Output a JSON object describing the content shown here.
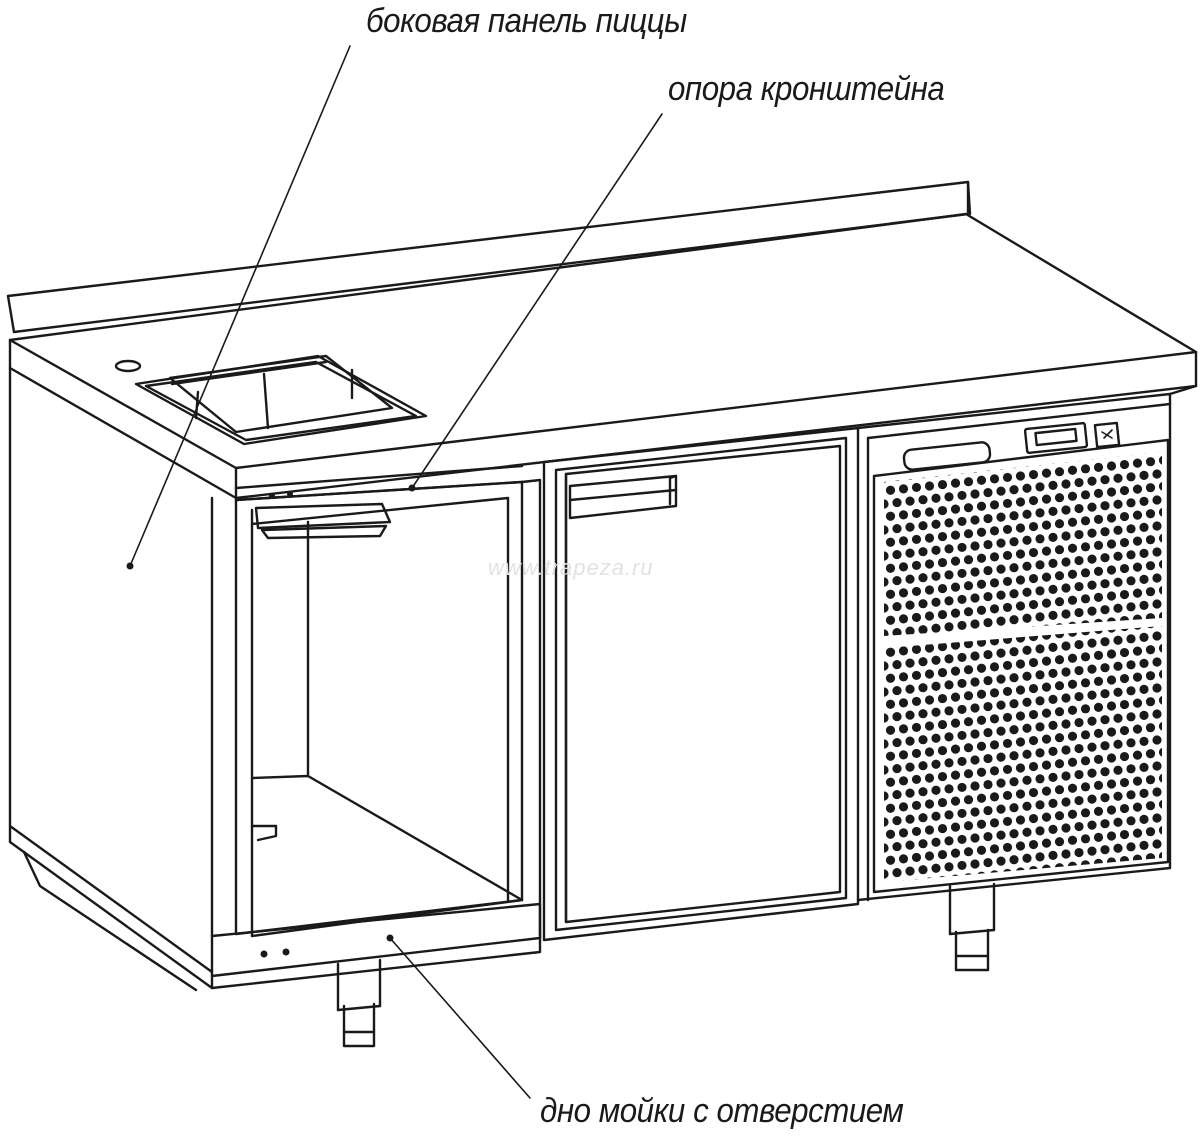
{
  "labels": {
    "side_panel": "боковая панель пиццы",
    "bracket_support": "опора кронштейна",
    "sink_bottom": "дно мойки с отверстием"
  },
  "watermark": "www.trapeza.ru",
  "colors": {
    "line": "#1a1a1a",
    "background": "#ffffff",
    "watermark": "#e2e2e2"
  }
}
